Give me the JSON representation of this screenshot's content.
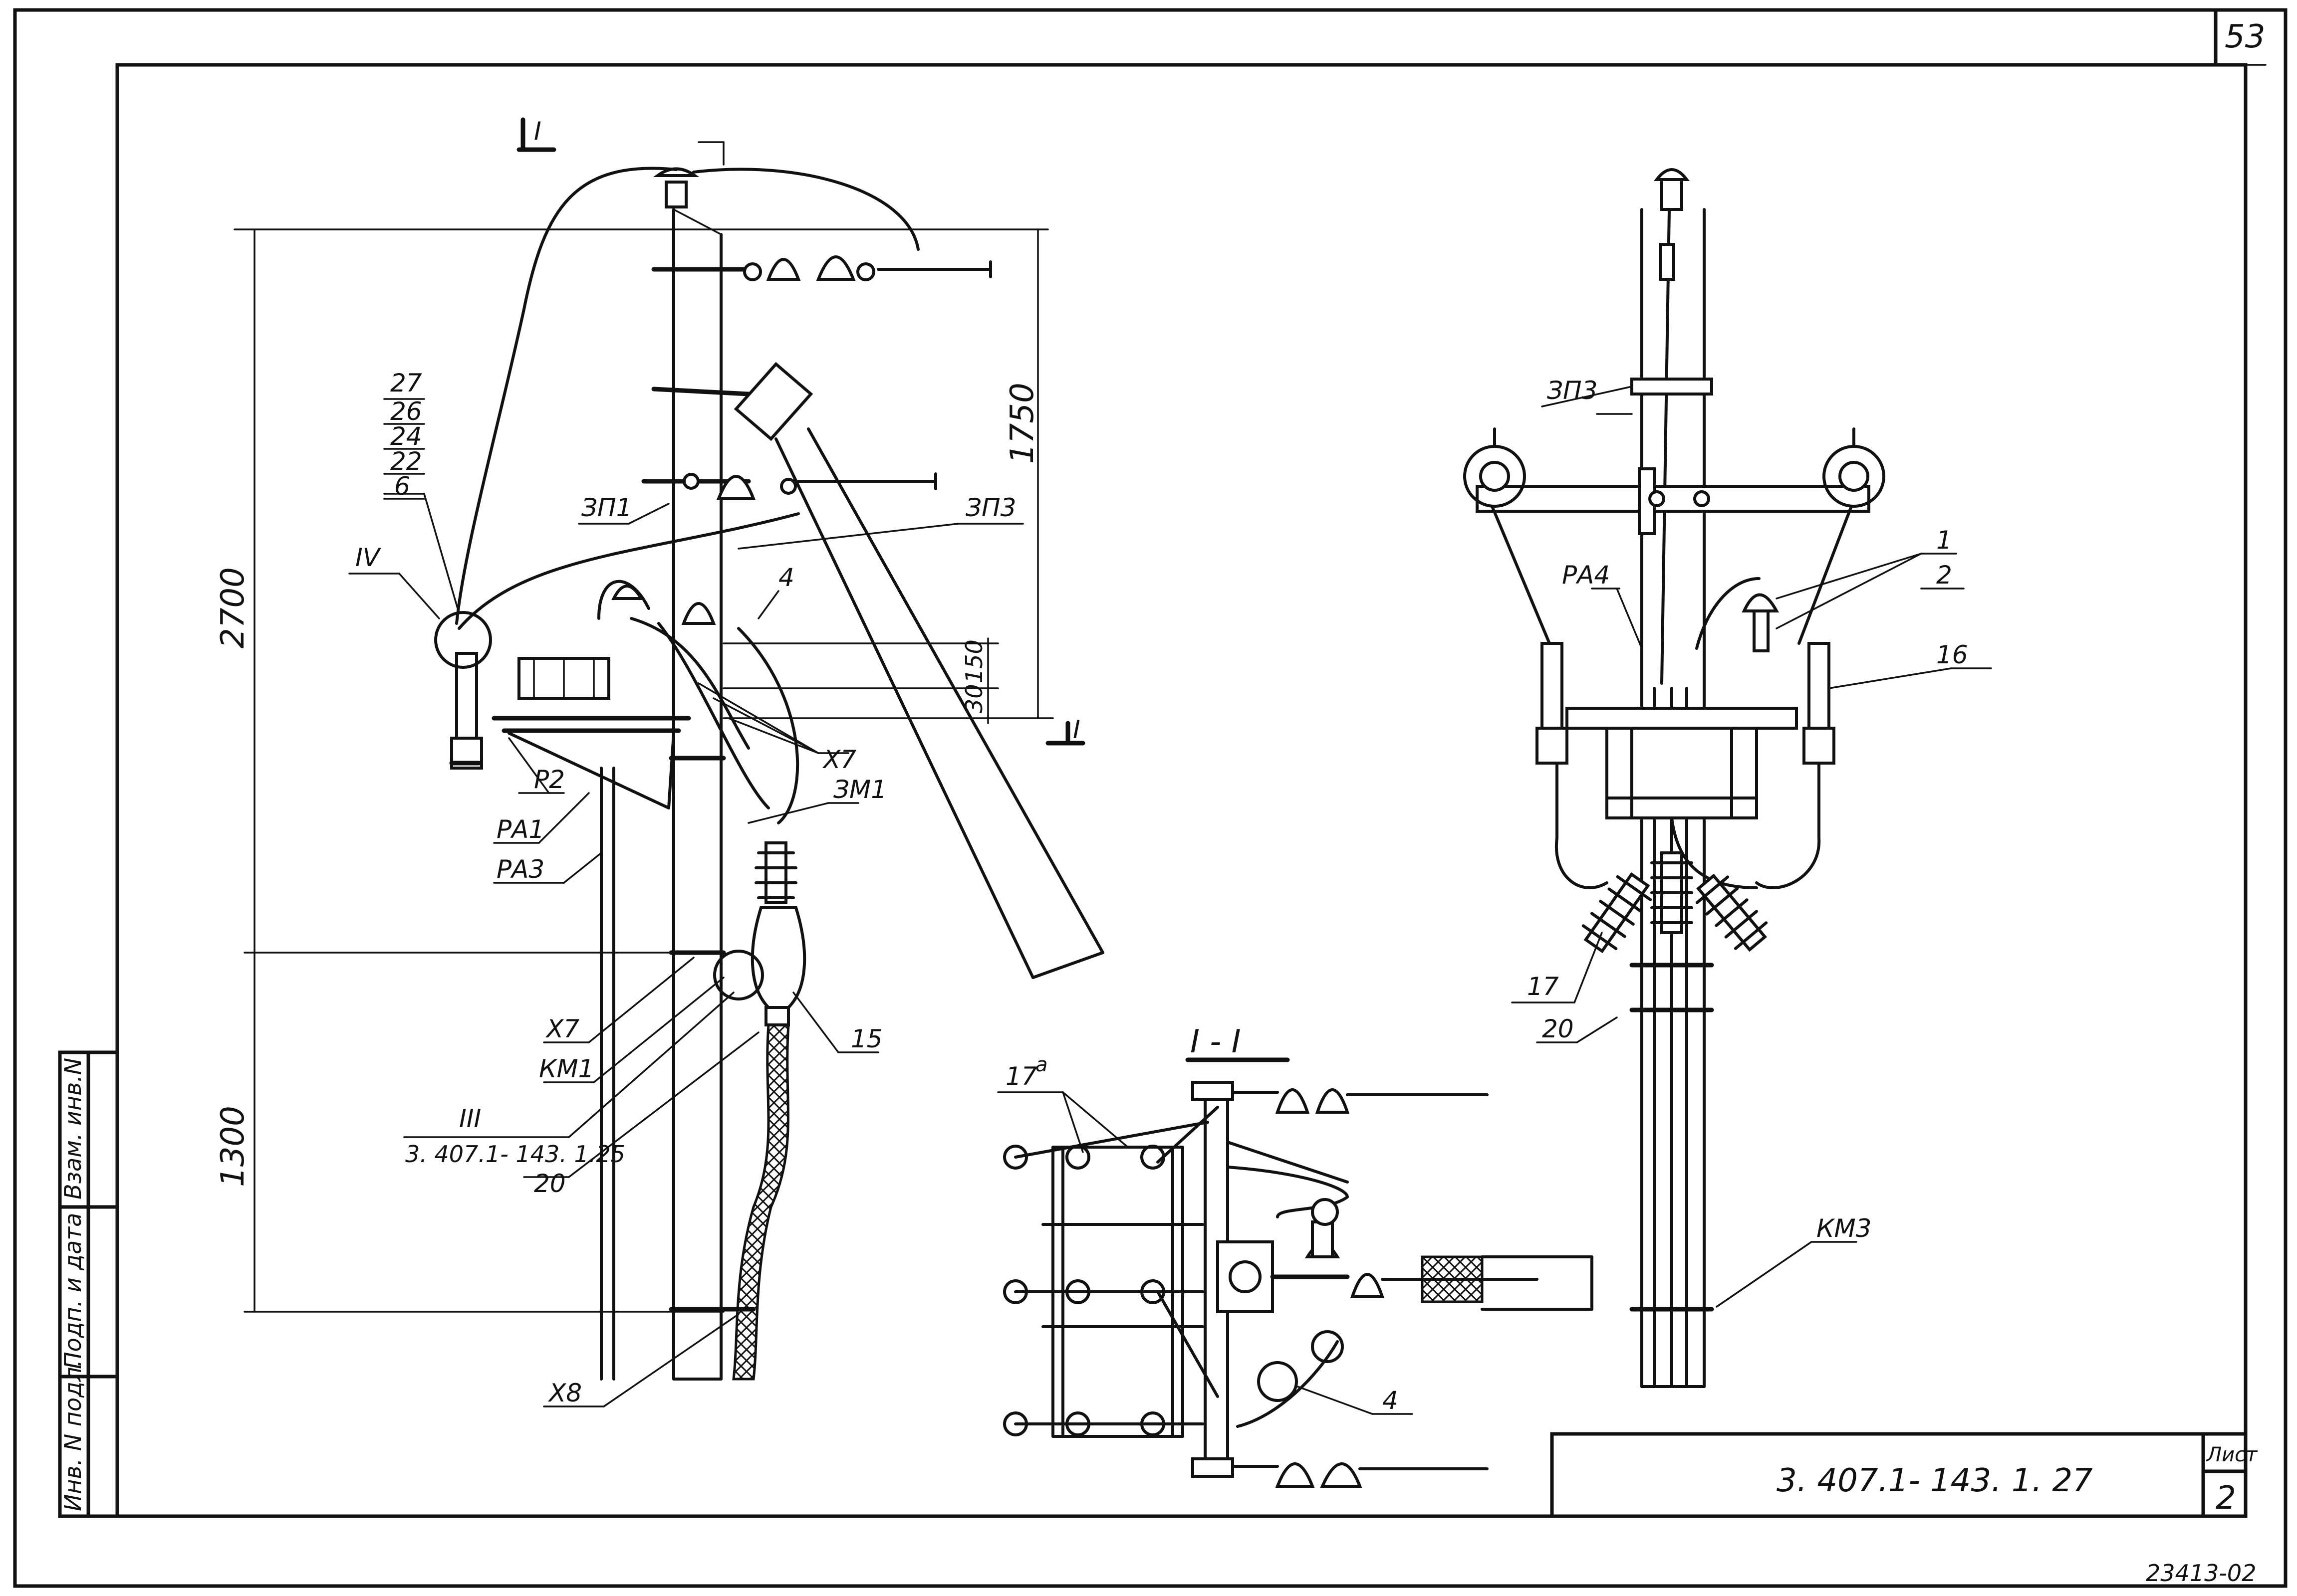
{
  "sheet": {
    "page_number": "53",
    "drawing_code": "3. 407.1- 143. 1. 27",
    "sheet_label": "Лист",
    "sheet_number": "2",
    "archive_number": "23413-02"
  },
  "side_stamp": {
    "col1": "Инв. N подл.",
    "col2": "Подп. и дата",
    "col3": "Взам. инв.N"
  },
  "section": {
    "marker": "I",
    "title": "I - I"
  },
  "dimensions": {
    "d2700": "2700",
    "d1750": "1750",
    "d1300": "1300",
    "d150": "150",
    "d30": "30"
  },
  "labels_left": {
    "n27": "27",
    "n26": "26",
    "n24": "24",
    "n22": "22",
    "n6": "6",
    "iv": "IV",
    "zp1": "ЗП1",
    "zp3": "ЗП3",
    "n4": "4",
    "x7a": "Х7",
    "zm1": "ЗМ1",
    "r2": "Р2",
    "ra1": "РА1",
    "ra3": "РА3",
    "x7b": "Х7",
    "km1": "КМ1",
    "iii": "III",
    "ref": "3. 407.1- 143. 1.25",
    "n20": "20",
    "n15": "15",
    "x8": "Х8"
  },
  "labels_right": {
    "zp3": "ЗП3",
    "ra4": "РА4",
    "n1": "1",
    "n2": "2",
    "n16": "16",
    "n17": "17",
    "n20": "20",
    "km3": "КМ3"
  },
  "labels_section": {
    "n17a": "17",
    "sup_a": "а",
    "n4": "4"
  }
}
